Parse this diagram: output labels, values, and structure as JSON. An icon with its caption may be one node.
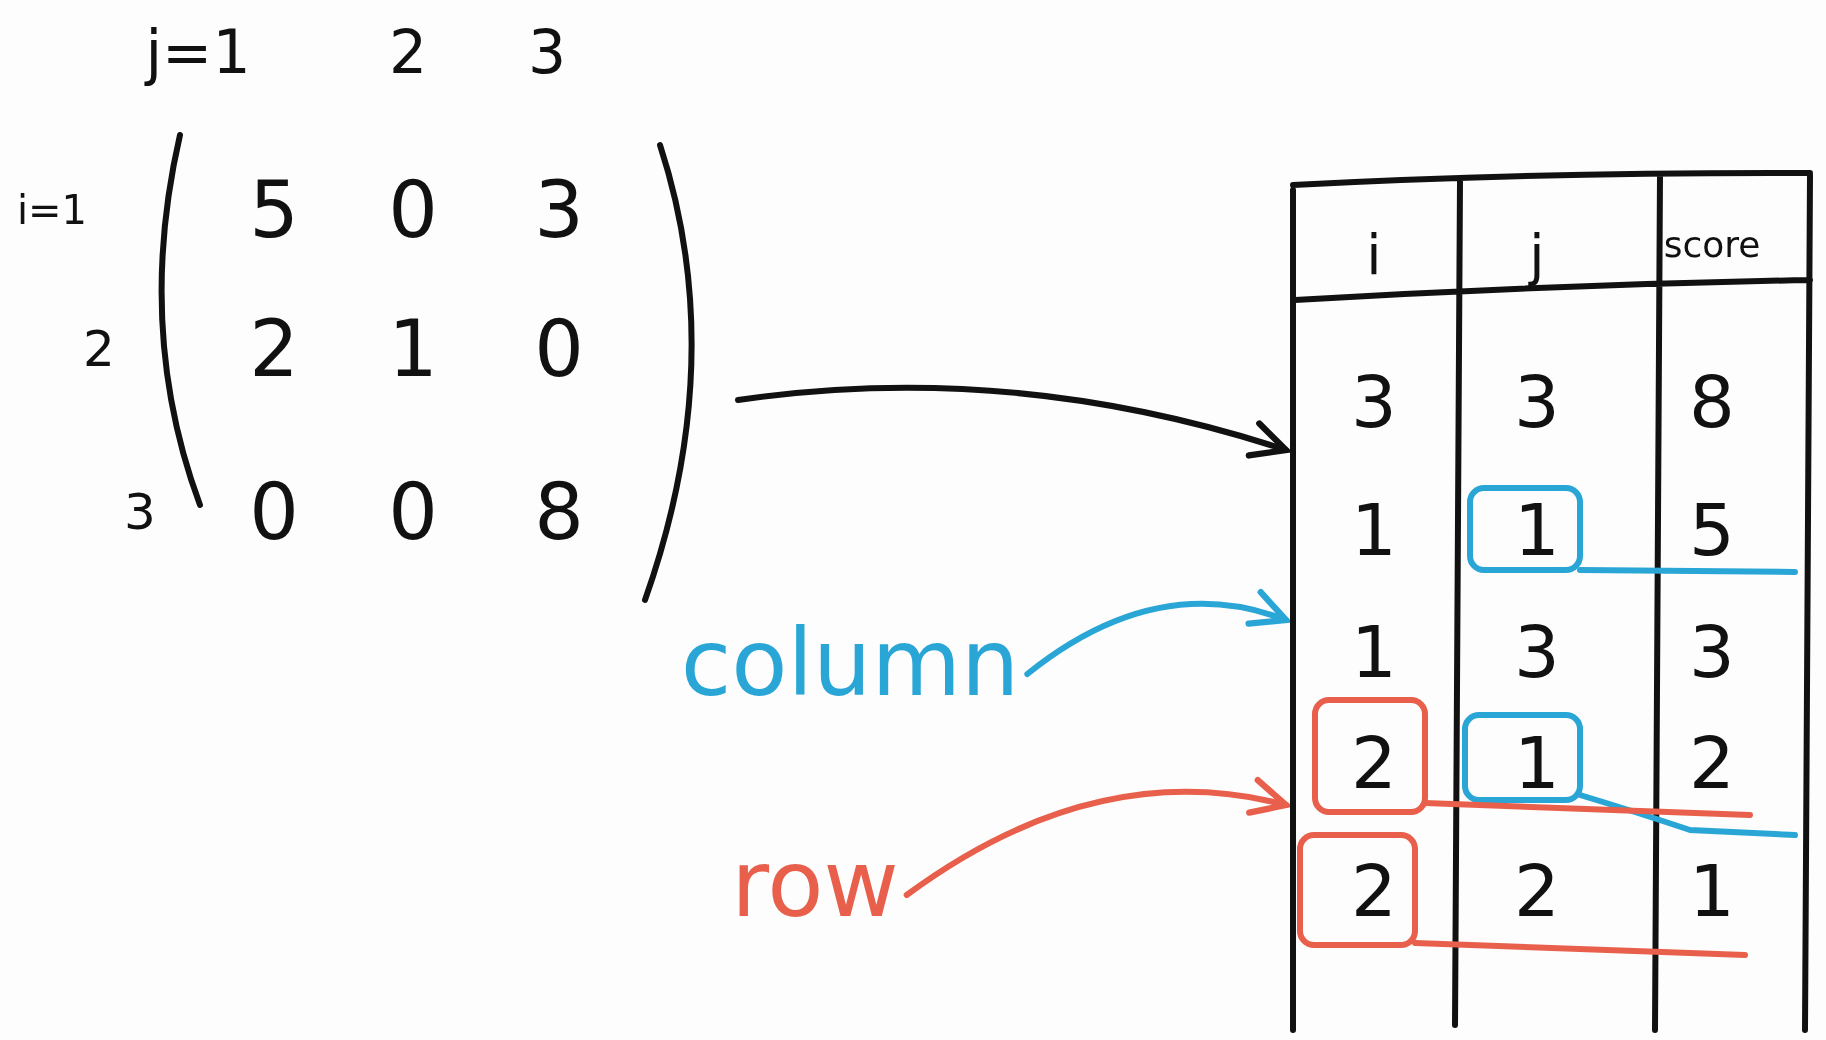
{
  "diagram": {
    "nodes": [
      {
        "text": [],
        "shape": "matrix"
      },
      {
        "text": [],
        "shape": "table"
      },
      {
        "text": [
          "column"
        ]
      },
      {
        "text": [
          "row"
        ]
      }
    ],
    "edges": [
      {
        "from": 0,
        "to": 1,
        "arrow": "to"
      },
      {
        "from": 2,
        "to": 1,
        "arrow": "to",
        "color": "#2aa6d6"
      },
      {
        "from": 3,
        "to": 1,
        "arrow": "to",
        "color": "#e8604c"
      }
    ],
    "labels": [
      "j=1",
      "2",
      "3",
      "i=1",
      "5",
      "0",
      "3",
      "2",
      "2",
      "1",
      "0",
      "3",
      "0",
      "0",
      "8",
      "i",
      "j",
      "score",
      "3",
      "3",
      "8",
      "1",
      "1",
      "5",
      "1",
      "3",
      "3",
      "2",
      "1",
      "2",
      "2",
      "2",
      "1"
    ]
  }
}
